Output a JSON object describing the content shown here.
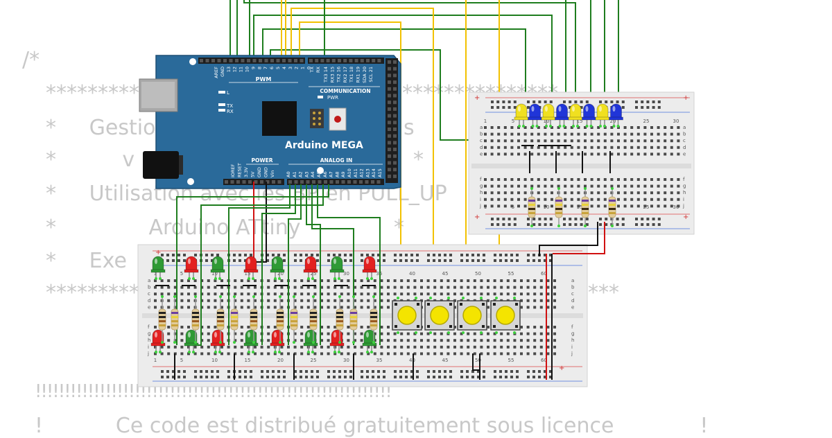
{
  "background_code": {
    "lines": [
      "/*",
      "*********************",
      "*     Gestio",
      "*          v",
      "*     Utilisation avec les BP en PULL_UP",
      "*              Arduino ATtiny",
      "*     Exe",
      "*********",
      "!!!!!!!!!!!!!!!!!!!!!!!!!!!!!!!!!!!!!!!!!!!!!!!!!!!!!!!!!!!!!",
      "!           Ce code est distribué gratuitement sous licence             !"
    ],
    "fragments": [
      "s",
      "*",
      "*",
      "***************",
      "***"
    ]
  },
  "board": {
    "name": "Arduino MEGA",
    "digital_pins": [
      "AREF",
      "GND",
      "13",
      "12",
      "11",
      "10",
      "9",
      "8",
      "7",
      "6",
      "5",
      "4",
      "3",
      "2",
      "1",
      "0"
    ],
    "comm_pins": [
      "TX3 14",
      "RX3 15",
      "TX2 16",
      "RX2 17",
      "TX1 18",
      "RX1 19",
      "SDA 20",
      "SCL 21"
    ],
    "power_pins": [
      "IOREF",
      "RESET",
      "3.3V",
      "5V",
      "GND",
      "GND",
      "Vin"
    ],
    "analog_pins": [
      "A0",
      "A1",
      "A2",
      "A3",
      "A4",
      "A5",
      "A6",
      "A7",
      "A8",
      "A9",
      "A10",
      "A11",
      "A12",
      "A13",
      "A14",
      "A15"
    ],
    "labels": {
      "pwm": "PWM",
      "communication": "COMMUNICATION",
      "power": "POWER",
      "analog_in": "ANALOG IN",
      "pwr": "PWR",
      "l": "L",
      "tx": "TX",
      "rx": "RX",
      "tx_pin": "TX",
      "rx_pin": "RX"
    }
  },
  "breadboard_small": {
    "column_numbers": [
      "1",
      "5",
      "10",
      "15",
      "20",
      "25",
      "30"
    ],
    "row_letters_top": [
      "a",
      "b",
      "c",
      "d",
      "e"
    ],
    "row_letters_bottom": [
      "f",
      "g",
      "h",
      "i",
      "j"
    ],
    "leds": [
      "yellow",
      "blue",
      "yellow",
      "blue",
      "yellow",
      "blue",
      "yellow",
      "blue"
    ]
  },
  "breadboard_large": {
    "column_numbers": [
      "1",
      "5",
      "10",
      "15",
      "20",
      "25",
      "30",
      "35",
      "40",
      "45",
      "50",
      "55",
      "60"
    ],
    "row_letters_top": [
      "a",
      "b",
      "c",
      "d",
      "e"
    ],
    "row_letters_bottom": [
      "f",
      "g",
      "h",
      "i",
      "j"
    ],
    "top_leds": [
      "green",
      "red",
      "green",
      "red",
      "green",
      "red",
      "green",
      "red"
    ],
    "bottom_leds": [
      "red",
      "green",
      "red",
      "green",
      "red",
      "green",
      "red",
      "green"
    ],
    "push_buttons": 4
  },
  "colors": {
    "board_blue": "#2a6a9a",
    "wire_green": "#1e7d1e",
    "wire_yellow": "#f2c100",
    "wire_red": "#d01010",
    "wire_black": "#111111",
    "breadboard": "#ececec",
    "led_red": "#e32020",
    "led_green": "#2f9a35",
    "led_yellow": "#f0e020",
    "led_blue": "#2035d8",
    "button_cap": "#f4e400"
  }
}
